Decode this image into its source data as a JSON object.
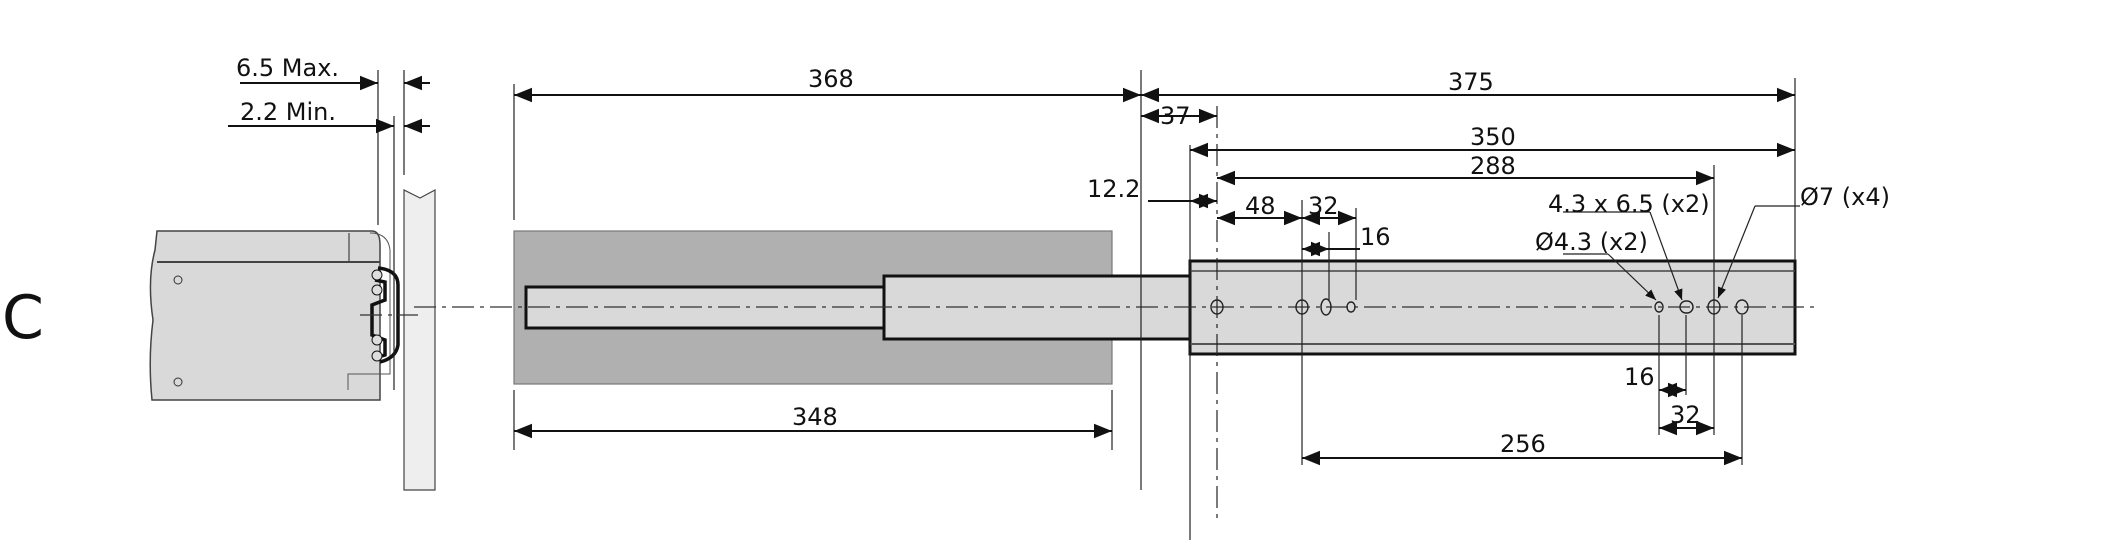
{
  "view_label": "C",
  "dimensions": {
    "max_gap": "6.5 Max.",
    "min_gap": "2.2 Min.",
    "overall_left": "368",
    "overall_right": "375",
    "offset_37": "37",
    "rail_length": "350",
    "hole_span_288": "288",
    "offset_12_2": "12.2",
    "spacing_48": "48",
    "spacing_32_top": "32",
    "spacing_16_top": "16",
    "slot_label": "4.3 x 6.5 (x2)",
    "small_hole_label": "Ø4.3 (x2)",
    "large_hole_label": "Ø7 (x4)",
    "spacing_16_bottom": "16",
    "spacing_32_bottom": "32",
    "spacing_256": "256",
    "drawer_length": "348"
  },
  "colors": {
    "drawer": "#d9d9d9",
    "cabinet_gray": "#b0b0b0",
    "rail": "#d9d9d9",
    "wall": "#eeeeee"
  }
}
